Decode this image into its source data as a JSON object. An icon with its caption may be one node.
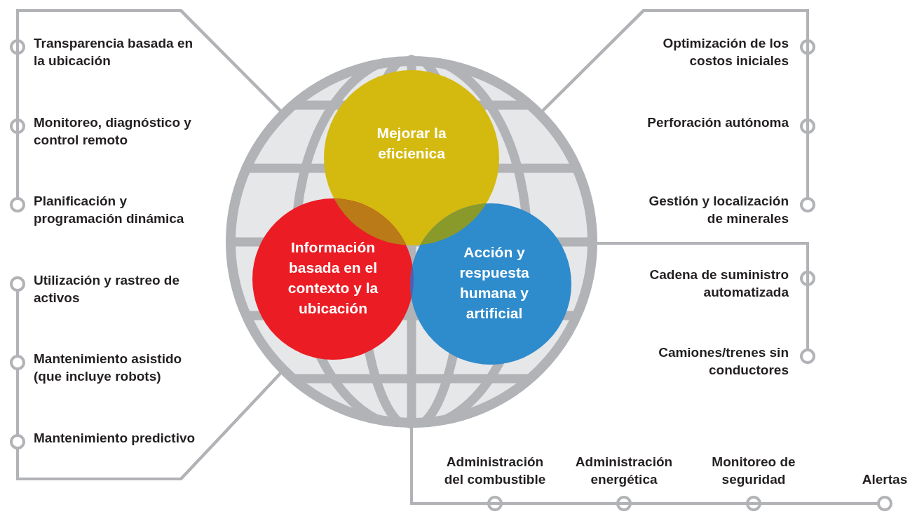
{
  "diagram": {
    "nodes": [
      {
        "text": [],
        "shape": "globe"
      },
      {
        "text": [
          "Mejorar la eficienica"
        ],
        "in": 0
      },
      {
        "text": [
          "Información basada en el contexto y la ubicación"
        ],
        "in": 0
      },
      {
        "text": [
          "Acción y respuesta humana y artificial"
        ],
        "in": 0
      },
      {
        "text": [
          "Transparencia basada en la ubicación"
        ]
      },
      {
        "text": [
          "Monitoreo, diagnóstico y control remoto"
        ]
      },
      {
        "text": [
          "Planificación y programación dinámica"
        ]
      },
      {
        "text": [
          "Utilización y rastreo de activos"
        ]
      },
      {
        "text": [
          "Mantenimiento asistido (que incluye robots)"
        ]
      },
      {
        "text": [
          "Mantenimiento predictivo"
        ]
      },
      {
        "text": [
          "Optimización de los costos iniciales"
        ]
      },
      {
        "text": [
          "Perforación autónoma"
        ]
      },
      {
        "text": [
          "Gestión y localización de minerales"
        ]
      },
      {
        "text": [
          "Cadena de suministro automatizada"
        ]
      },
      {
        "text": [
          "Camiones/trenes sin conductores"
        ]
      },
      {
        "text": [
          "Administración del combustible"
        ]
      },
      {
        "text": [
          "Administración energética"
        ]
      },
      {
        "text": [
          "Monitoreo de seguridad"
        ]
      },
      {
        "text": [
          "Alertas"
        ]
      }
    ],
    "edges": [
      {
        "from": 0,
        "to": 4,
        "arrow": "other"
      },
      {
        "from": 0,
        "to": 5,
        "arrow": "other"
      },
      {
        "from": 0,
        "to": 6,
        "arrow": "other"
      },
      {
        "from": 0,
        "to": 7,
        "arrow": "other"
      },
      {
        "from": 0,
        "to": 8,
        "arrow": "other"
      },
      {
        "from": 0,
        "to": 9,
        "arrow": "other"
      },
      {
        "from": 0,
        "to": 10,
        "arrow": "other"
      },
      {
        "from": 0,
        "to": 11,
        "arrow": "other"
      },
      {
        "from": 0,
        "to": 12,
        "arrow": "other"
      },
      {
        "from": 0,
        "to": 13,
        "arrow": "other"
      },
      {
        "from": 0,
        "to": 14,
        "arrow": "other"
      },
      {
        "from": 0,
        "to": 15,
        "arrow": "other"
      },
      {
        "from": 0,
        "to": 16,
        "arrow": "other"
      },
      {
        "from": 0,
        "to": 17,
        "arrow": "other"
      },
      {
        "from": 0,
        "to": 18,
        "arrow": "other"
      }
    ]
  }
}
